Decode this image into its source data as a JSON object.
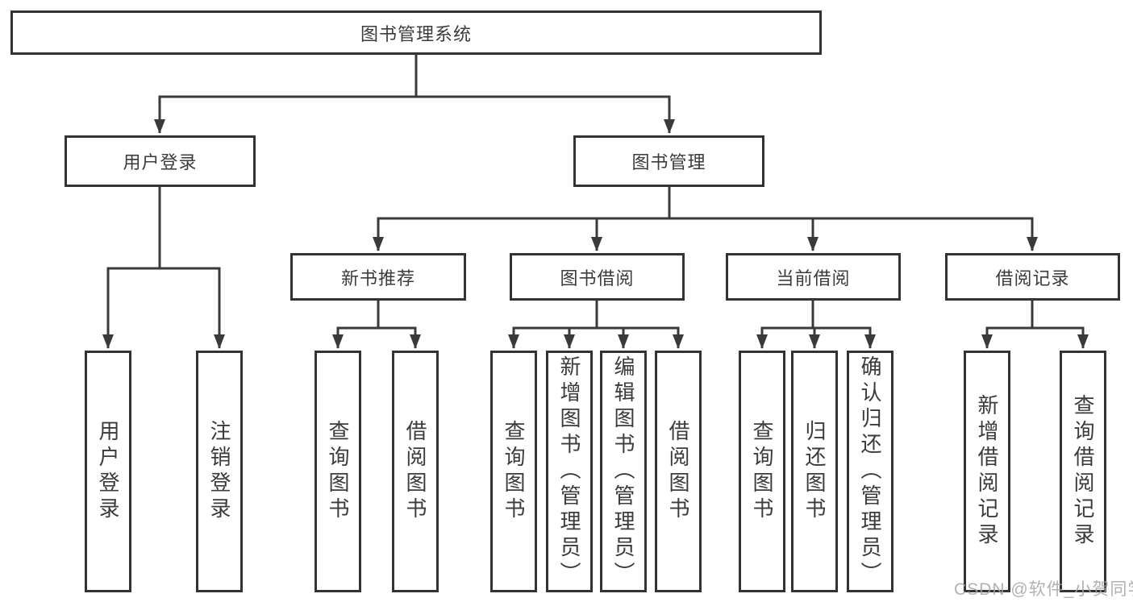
{
  "tree": {
    "root": {
      "label": "图书管理系统"
    },
    "branches": [
      {
        "label": "用户登录",
        "leaves": [
          {
            "label": "用户登录"
          },
          {
            "label": "注销登录"
          }
        ]
      },
      {
        "label": "图书管理",
        "groups": [
          {
            "label": "新书推荐",
            "leaves": [
              {
                "label": "查询图书"
              },
              {
                "label": "借阅图书"
              }
            ]
          },
          {
            "label": "图书借阅",
            "leaves": [
              {
                "label": "查询图书"
              },
              {
                "label": "新增图书（管理员）"
              },
              {
                "label": "编辑图书（管理员）"
              },
              {
                "label": "借阅图书"
              }
            ]
          },
          {
            "label": "当前借阅",
            "leaves": [
              {
                "label": "查询图书"
              },
              {
                "label": "归还图书"
              },
              {
                "label": "确认归还（管理员）"
              }
            ]
          },
          {
            "label": "借阅记录",
            "leaves": [
              {
                "label": "新增借阅记录"
              },
              {
                "label": "查询借阅记录"
              }
            ]
          }
        ]
      }
    ]
  },
  "watermark": {
    "text": "CSDN @软件_小贺同学"
  },
  "colors": {
    "line": "#3a3a3a",
    "border": "#333333",
    "text": "#3b3b3b",
    "watermark": "#a5a5a5",
    "background": "#ffffff"
  }
}
